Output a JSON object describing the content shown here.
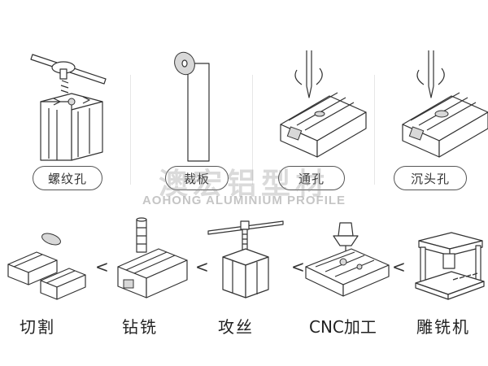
{
  "top_row": {
    "labels": [
      "螺纹孔",
      "裁板",
      "通孔",
      "沉头孔"
    ]
  },
  "watermark": {
    "cn": "澳宏铝型材",
    "en": "AOHONG ALUMINIUM PROFILE"
  },
  "bottom_row": {
    "labels": [
      "切割",
      "钻铣",
      "攻丝",
      "CNC加工",
      "雕铣机"
    ],
    "separator": "<"
  }
}
